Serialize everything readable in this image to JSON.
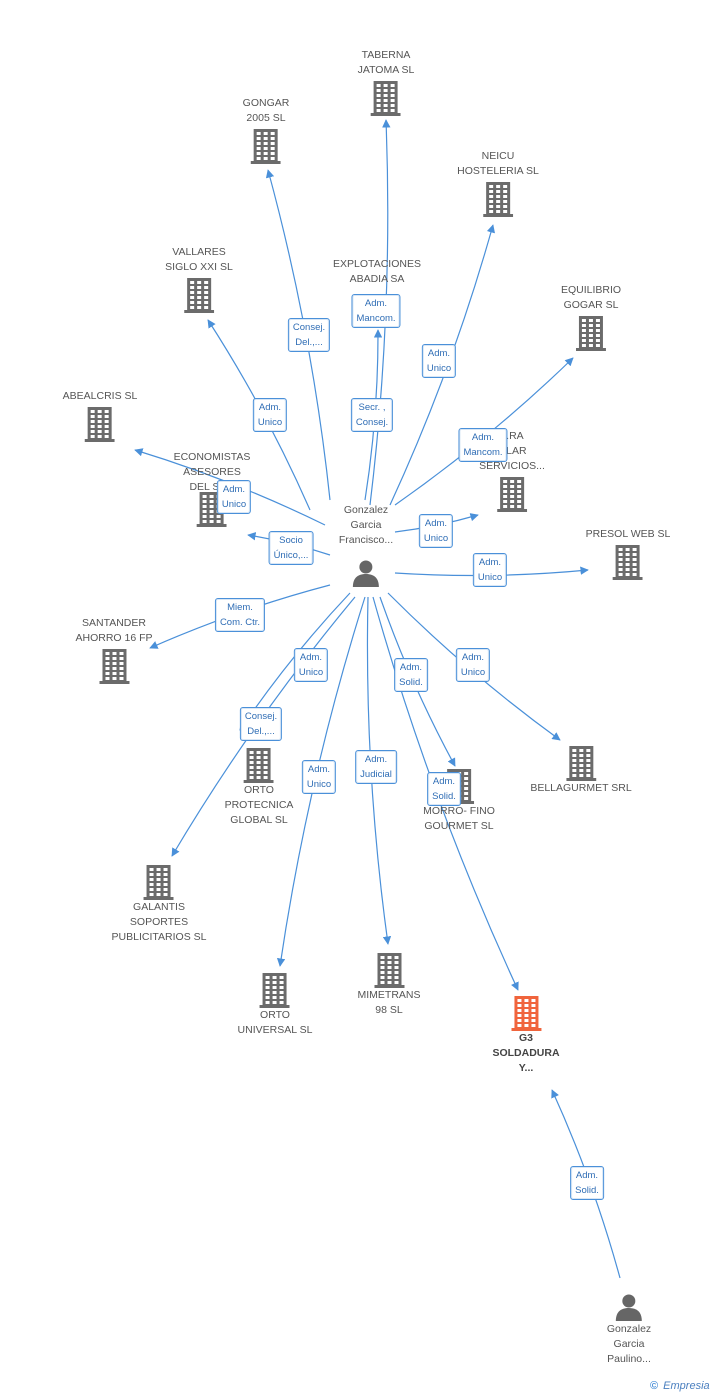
{
  "colors": {
    "edge": "#4a90d9",
    "building": "#6b6b6b",
    "building_highlight": "#f0643c",
    "person": "#666666"
  },
  "people": [
    {
      "id": "p_main",
      "lines": [
        "Gonzalez",
        "Garcia",
        "Francisco..."
      ]
    },
    {
      "id": "p_paulino",
      "lines": [
        "Gonzalez",
        "Garcia",
        "Paulino..."
      ]
    }
  ],
  "companies": [
    {
      "id": "taberna",
      "lines": [
        "TABERNA",
        "JATOMA SL"
      ]
    },
    {
      "id": "gongar",
      "lines": [
        "GONGAR",
        "2005 SL"
      ]
    },
    {
      "id": "neicu",
      "lines": [
        "NEICU",
        "HOSTELERIA  SL"
      ]
    },
    {
      "id": "vallares",
      "lines": [
        "VALLARES",
        "SIGLO XXI SL"
      ]
    },
    {
      "id": "explotaciones",
      "lines": [
        "EXPLOTACIONES",
        "ABADIA SA"
      ]
    },
    {
      "id": "equilibrio",
      "lines": [
        "EQUILIBRIO",
        "GOGAR SL"
      ]
    },
    {
      "id": "abealcris",
      "lines": [
        "ABEALCRIS  SL"
      ]
    },
    {
      "id": "economistas",
      "lines": [
        "ECONOMISTAS",
        "ASESORES",
        "DEL SUR"
      ]
    },
    {
      "id": "servicios",
      "lines": [
        "...RA",
        "...LAR",
        "SERVICIOS..."
      ]
    },
    {
      "id": "presol",
      "lines": [
        "PRESOL WEB SL"
      ]
    },
    {
      "id": "santander",
      "lines": [
        "SANTANDER",
        "AHORRO 16 FP"
      ]
    },
    {
      "id": "orto_protecnica",
      "lines": [
        "ORTO",
        "PROTECNICA",
        "GLOBAL SL"
      ]
    },
    {
      "id": "morro",
      "lines": [
        "MORRO- FINO",
        "GOURMET  SL"
      ]
    },
    {
      "id": "bellagurmet",
      "lines": [
        "BELLAGURMET SRL"
      ]
    },
    {
      "id": "galantis",
      "lines": [
        "GALANTIS",
        "SOPORTES",
        "PUBLICITARIOS SL"
      ]
    },
    {
      "id": "orto_universal",
      "lines": [
        "ORTO",
        "UNIVERSAL SL"
      ]
    },
    {
      "id": "mimetrans",
      "lines": [
        "MIMETRANS",
        "98  SL"
      ]
    },
    {
      "id": "g3",
      "lines": [
        "G3",
        "SOLDADURA",
        "Y..."
      ],
      "highlight": true
    }
  ],
  "roles": [
    {
      "lines": [
        "Adm.",
        "Mancom."
      ]
    },
    {
      "lines": [
        "Consej.",
        "Del.,..."
      ]
    },
    {
      "lines": [
        "Secr. ,",
        "Consej."
      ]
    },
    {
      "lines": [
        "Adm.",
        "Unico"
      ]
    },
    {
      "lines": [
        "Adm.",
        "Unico"
      ]
    },
    {
      "lines": [
        "Adm.",
        "Mancom."
      ]
    },
    {
      "lines": [
        "Adm.",
        "Unico"
      ]
    },
    {
      "lines": [
        "Socio",
        "Único,..."
      ]
    },
    {
      "lines": [
        "Adm.",
        "Unico"
      ]
    },
    {
      "lines": [
        "Adm.",
        "Unico"
      ]
    },
    {
      "lines": [
        "Miem.",
        "Com. Ctr."
      ]
    },
    {
      "lines": [
        "Adm.",
        "Unico"
      ]
    },
    {
      "lines": [
        "Adm.",
        "Solid."
      ]
    },
    {
      "lines": [
        "Adm.",
        "Unico"
      ]
    },
    {
      "lines": [
        "Consej.",
        "Del.,..."
      ]
    },
    {
      "lines": [
        "Adm.",
        "Unico"
      ]
    },
    {
      "lines": [
        "Adm.",
        "Judicial"
      ]
    },
    {
      "lines": [
        "Adm.",
        "Solid."
      ]
    },
    {
      "lines": [
        "Adm.",
        "Solid."
      ]
    }
  ],
  "footer": {
    "copyright": "©",
    "brand": "Empresia"
  }
}
